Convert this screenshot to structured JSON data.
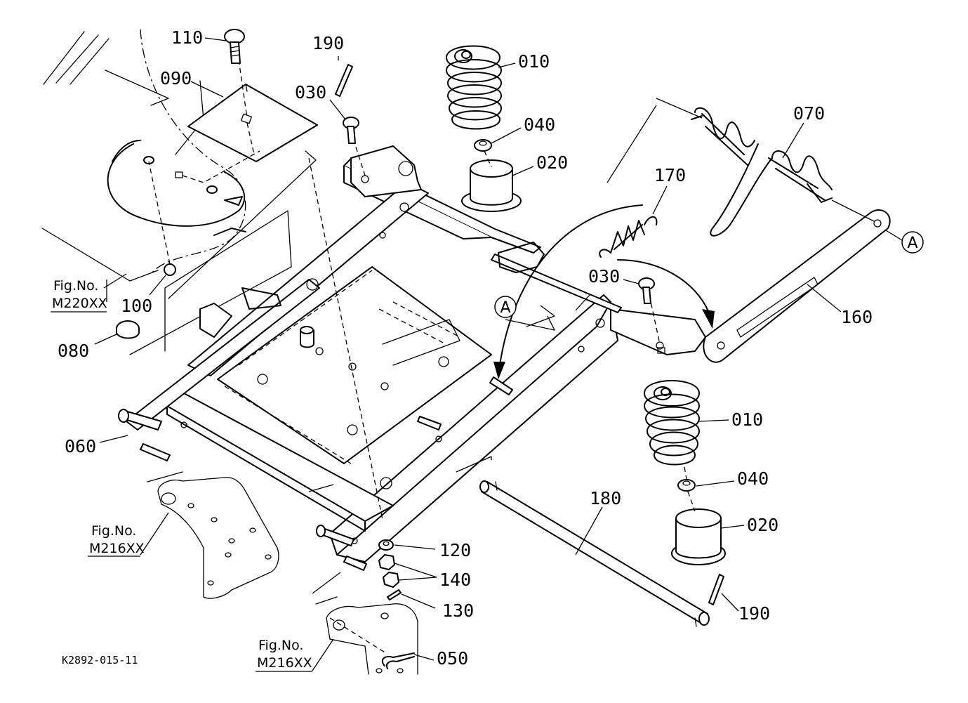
{
  "figure": {
    "code": "K2892-015-11",
    "part_labels": {
      "p110": "110",
      "p090": "090",
      "p190_top": "190",
      "p030_top": "030",
      "p010_top": "010",
      "p040_top": "040",
      "p020_top": "020",
      "p070": "070",
      "p170": "170",
      "p030_mid": "030",
      "p160": "160",
      "p100": "100",
      "p080": "080",
      "p060": "060",
      "p010_bot": "010",
      "p040_bot": "040",
      "p180": "180",
      "p020_bot": "020",
      "p120": "120",
      "p140": "140",
      "p130": "130",
      "p190_bot": "190",
      "p050": "050"
    },
    "ref_markers": {
      "a_right": "A",
      "a_center": "A"
    },
    "fig_refs": {
      "m220": {
        "line1": "Fig.No.",
        "line2": "M220XX"
      },
      "m216_left": {
        "line1": "Fig.No.",
        "line2": "M216XX"
      },
      "m216_bottom": {
        "line1": "Fig.No.",
        "line2": "M216XX"
      }
    }
  }
}
